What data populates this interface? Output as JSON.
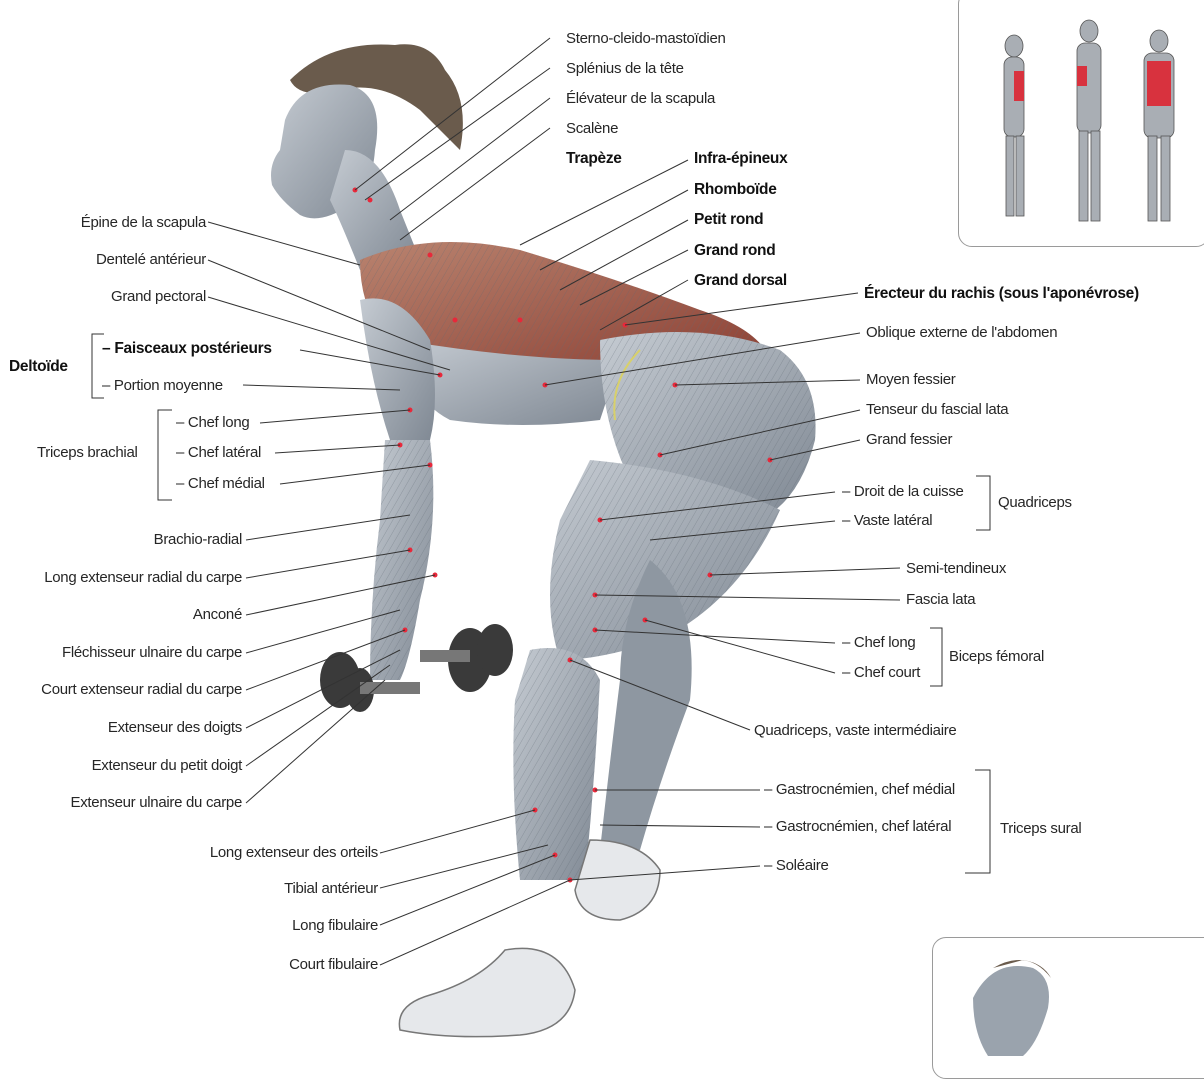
{
  "head_neck_labels": [
    "Sterno-cleido-mastoïdien",
    "Splénius de la tête",
    "Élévateur de la scapula",
    "Scalène"
  ],
  "back_labels": {
    "trapeze": "Trapèze",
    "list": [
      "Infra-épineux",
      "Rhomboïde",
      "Petit rond",
      "Grand rond",
      "Grand dorsal"
    ],
    "erector": "Érecteur du rachis (sous l'aponévrose)"
  },
  "left_labels": {
    "upper": [
      "Épine de la scapula",
      "Dentelé antérieur",
      "Grand pectoral"
    ],
    "deltoid_group": "Deltoïde",
    "deltoid_items": [
      "– Faisceaux postérieurs",
      "– Portion moyenne"
    ],
    "triceps_group": "Triceps brachial",
    "triceps_items": [
      "– Chef long",
      "– Chef latéral",
      "– Chef médial"
    ],
    "forearm": [
      "Brachio-radial",
      "Long extenseur radial du carpe",
      "Anconé",
      "Fléchisseur ulnaire du carpe",
      "Court extenseur radial du carpe",
      "Extenseur des doigts",
      "Extenseur du petit doigt",
      "Extenseur ulnaire du carpe"
    ],
    "lower_leg": [
      "Long extenseur des orteils",
      "Tibial antérieur",
      "Long fibulaire",
      "Court fibulaire"
    ]
  },
  "right_labels": {
    "hip": [
      "Oblique externe de l'abdomen",
      "Moyen fessier",
      "Tenseur du fascial lata",
      "Grand fessier"
    ],
    "quadriceps_items": [
      "– Droit de la cuisse",
      "– Vaste latéral"
    ],
    "quadriceps_group": "Quadriceps",
    "thigh_back": [
      "Semi-tendineux",
      "Fascia lata"
    ],
    "biceps_items": [
      "– Chef long",
      "– Chef court"
    ],
    "biceps_group": "Biceps fémoral",
    "quad_inter": "Quadriceps, vaste intermédiaire",
    "sural_items": [
      "– Gastrocnémien, chef médial",
      "– Gastrocnémien, chef latéral",
      "– Soléaire"
    ],
    "sural_group": "Triceps sural"
  },
  "colors": {
    "muscle_highlight": "#c84a3a",
    "muscle_body": "#9aa3ad",
    "marker": "#e8283a"
  }
}
